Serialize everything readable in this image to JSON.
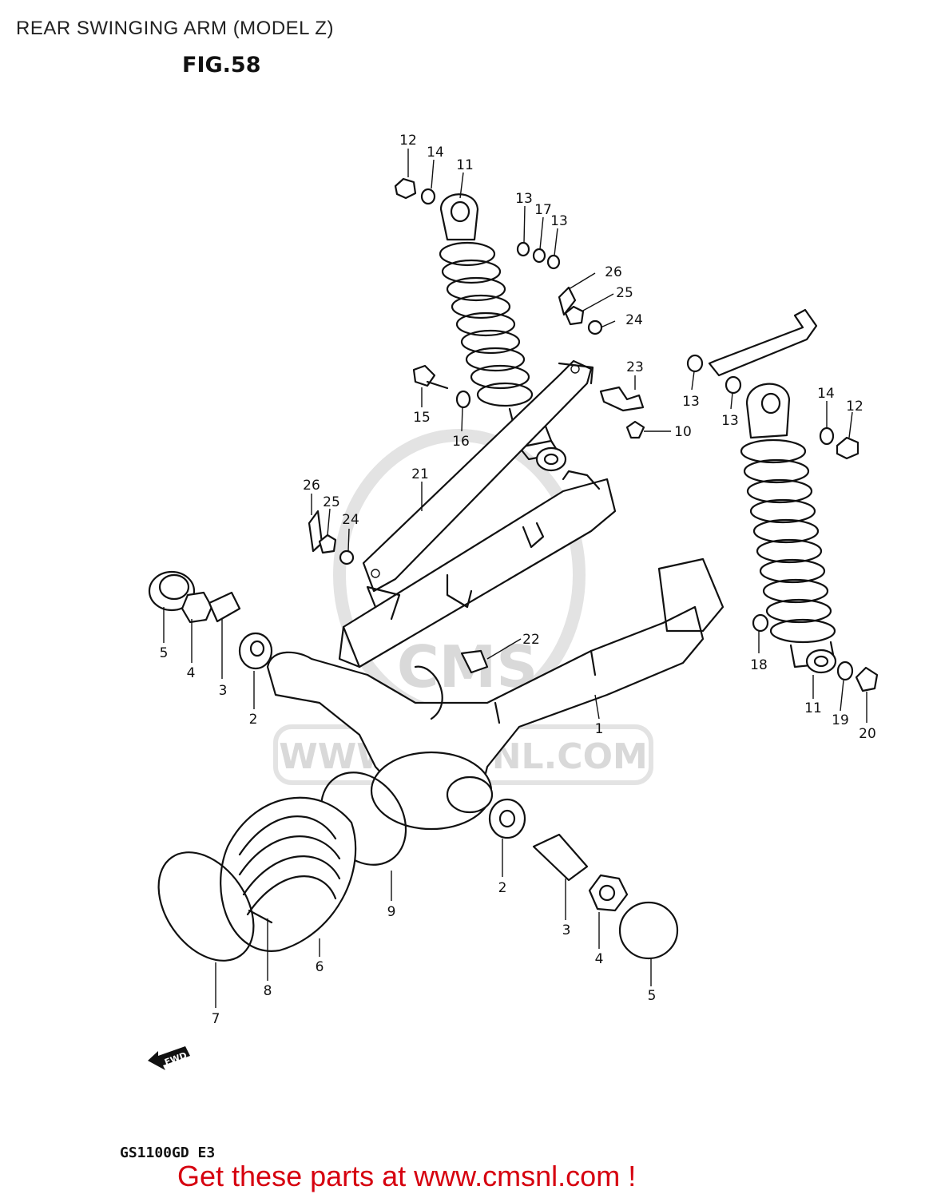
{
  "header": {
    "title": "REAR SWINGING ARM (MODEL Z)",
    "figure": "FIG.58"
  },
  "footer": {
    "model_code": "GS1100GD E3",
    "call_to_action": "Get these parts at www.cmsnl.com !"
  },
  "watermark": {
    "logo_text": "CMS",
    "url_text": "WWW.CMSNL.COM"
  },
  "direction_badge": "FWD",
  "callouts": {
    "c1": "1",
    "c2a": "2",
    "c2b": "2",
    "c3a": "3",
    "c3b": "3",
    "c4a": "4",
    "c4b": "4",
    "c5a": "5",
    "c5b": "5",
    "c6": "6",
    "c7": "7",
    "c8": "8",
    "c9": "9",
    "c10": "10",
    "c11a": "11",
    "c11b": "11",
    "c12a": "12",
    "c12b": "12",
    "c13a": "13",
    "c13b": "13",
    "c13c": "13",
    "c13d": "13",
    "c14a": "14",
    "c14b": "14",
    "c15": "15",
    "c16": "16",
    "c17": "17",
    "c18": "18",
    "c19": "19",
    "c20": "20",
    "c21": "21",
    "c22": "22",
    "c23": "23",
    "c24a": "24",
    "c24b": "24",
    "c25a": "25",
    "c25b": "25",
    "c26a": "26",
    "c26b": "26"
  },
  "colors": {
    "line": "#111111",
    "watermark": "#d9d9d9",
    "cta": "#d6000f"
  }
}
